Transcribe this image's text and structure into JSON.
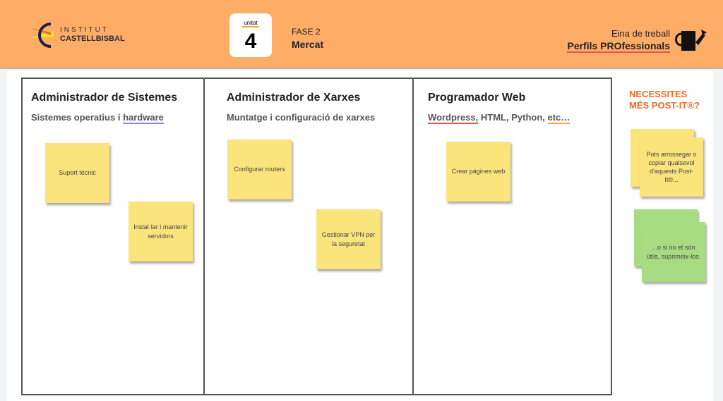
{
  "header": {
    "logo_line1": "INSTITUT",
    "logo_line2": "CASTELLBISBAL",
    "unit_label": "unitat",
    "unit_number": "4",
    "phase": "FASE 2",
    "phase_name": "Mercat",
    "tool_label": "Eina de treball",
    "tool_name": "Perfils PROfessionals",
    "tool_icon": "watering-can-icon"
  },
  "columns": [
    {
      "title": "Administrador de Sistemes",
      "subtitle_a": "Sistemes operatius i ",
      "subtitle_b": "hardware",
      "notes": [
        "Suport tècnic",
        "Instal·lar i mantenir servidors"
      ]
    },
    {
      "title": "Administrador de Xarxes",
      "subtitle_a": "Muntatge i configuració de xarxes",
      "notes": [
        "Configurar routers",
        "Gestionar VPN per la seguretat"
      ]
    },
    {
      "title": "Programador Web",
      "subtitle_a": "Wordpress,",
      "subtitle_b": " HTML, Python, ",
      "subtitle_c": "etc…",
      "notes": [
        "Crear pàgines web"
      ]
    }
  ],
  "side": {
    "title_line1": "NECESSITES",
    "title_line2": "MÉS POST-IT®?",
    "yellow_note": "Pots arrossegar o copiar qualsevol d'aquests Post-It®...",
    "green_note": "...o si no et són útils, suprimeix-los."
  },
  "colors": {
    "header": "#FFAD66",
    "yellow_note": "#FCE47C",
    "green_note": "#A8DC82",
    "accent": "#F26B2A"
  }
}
